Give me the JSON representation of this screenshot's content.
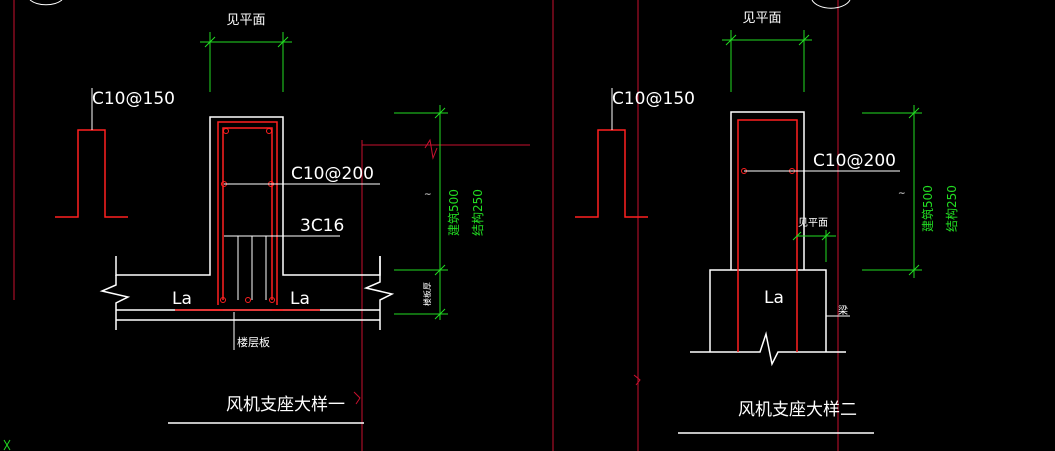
{
  "colors": {
    "background": "#000000",
    "line_white": "#ffffff",
    "rebar_red": "#ff2020",
    "dimension_green": "#22dd22",
    "grid_red": "#c8102e"
  },
  "detail_1": {
    "see_plan": "见平面",
    "stirrup_label": "C10@150",
    "tie_label": "C10@200",
    "bars_label": "3C16",
    "anchor_left": "La",
    "anchor_right": "La",
    "slab_label": "楼层板",
    "dim_upper_a": "建筑500",
    "dim_upper_b": "结构250",
    "dim_lower": "楼板厚",
    "marker": "~",
    "title": "风机支座大样一"
  },
  "detail_2": {
    "see_plan": "见平面",
    "stirrup_label": "C10@150",
    "tie_label": "C10@200",
    "see_plan_small": "见平面",
    "anchor": "La",
    "beam_label": "梁",
    "dim_upper_a": "建筑500",
    "dim_upper_b": "结构250",
    "marker": "~",
    "title": "风机支座大样二"
  }
}
